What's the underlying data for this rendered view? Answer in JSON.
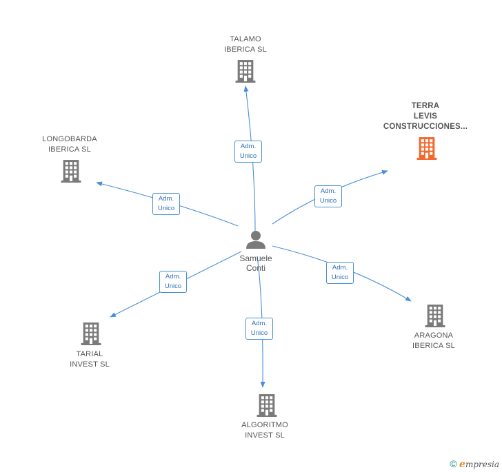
{
  "center": {
    "name_line1": "Samuele",
    "name_line2": "Conti"
  },
  "relation": {
    "line1": "Adm.",
    "line2": "Unico"
  },
  "companies": [
    {
      "id": "talamo",
      "lines": [
        "TALAMO",
        "IBERICA  SL"
      ],
      "highlight": false
    },
    {
      "id": "terra",
      "lines": [
        "TERRA",
        "LEVIS",
        "CONSTRUCCIONES..."
      ],
      "highlight": true
    },
    {
      "id": "longobarda",
      "lines": [
        "LONGOBARDA",
        "IBERICA  SL"
      ],
      "highlight": false
    },
    {
      "id": "aragona",
      "lines": [
        "ARAGONA",
        "IBERICA  SL"
      ],
      "highlight": false
    },
    {
      "id": "tarial",
      "lines": [
        "TARIAL",
        "INVEST  SL"
      ],
      "highlight": false
    },
    {
      "id": "algoritmo",
      "lines": [
        "ALGORITMO",
        "INVEST  SL"
      ],
      "highlight": false
    }
  ],
  "colors": {
    "edge": "#4a8fd6",
    "building": "#7a7a7a",
    "building_highlight": "#f26a2e",
    "person": "#7a7a7a"
  },
  "footer": {
    "copyright": "©",
    "brand_e": "e",
    "brand_rest": "mpresia"
  }
}
